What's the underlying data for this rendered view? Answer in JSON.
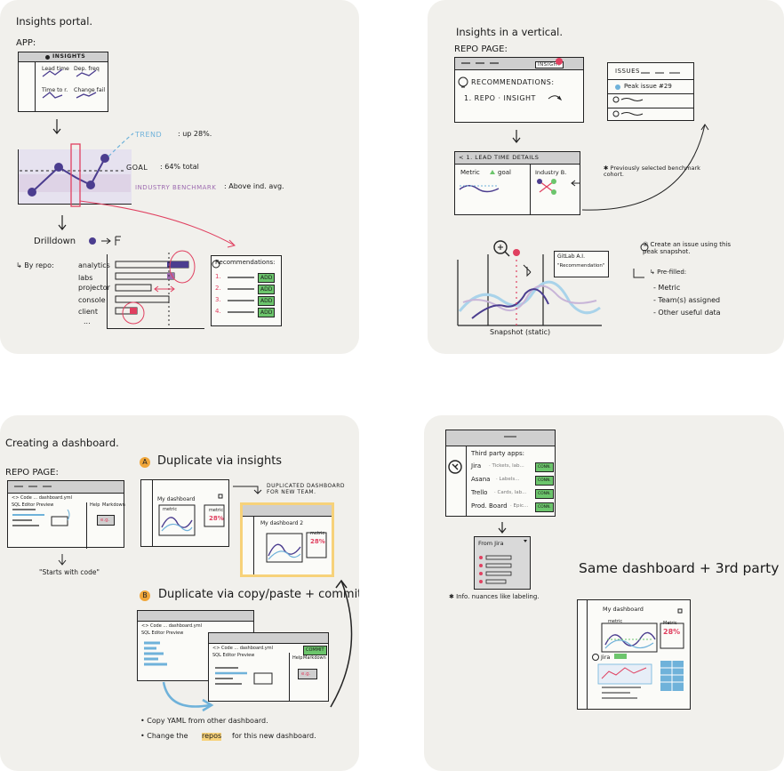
{
  "colors": {
    "panel_bg": "#f1f0ec",
    "accent_purple": "#4b3d8f",
    "accent_pink": "#e04060",
    "accent_blue": "#6fb2da",
    "accent_green": "#6cc56c",
    "accent_orange": "#f0a63a",
    "highlight_yellow": "#f7d27a"
  },
  "panel1": {
    "title": "Insights portal.",
    "app_label": "APP:",
    "insights_title": "INSIGHTS",
    "tiles": [
      "Lead time",
      "Dep. freq",
      "Time to r.",
      "Change fail"
    ],
    "trend": "TREND",
    "trend_value": ": up 28%.",
    "goal": "GOAL",
    "goal_value": ": 64% total",
    "benchmark": "INDUSTRY BENCHMARK",
    "benchmark_value": ": Above ind. avg.",
    "drilldown": "Drilldown",
    "by_repo": "↳ By repo:",
    "repos": [
      "analytics",
      "labs",
      "projector",
      "console",
      "client",
      "..."
    ],
    "recommendations_title": "Recommendations:",
    "rec_numbers": [
      "1.",
      "2.",
      "3.",
      "4."
    ],
    "add_label": "ADD"
  },
  "panel2": {
    "title": "Insights in a vertical.",
    "repo_page": "REPO PAGE:",
    "insight_tag": "INSIGHT",
    "recommendations": "RECOMMENDATIONS:",
    "rec_item": "1. REPO · INSIGHT",
    "issues_title": "ISSUES",
    "peak_issue": "Peak issue #29",
    "details_title": "< 1.  LEAD TIME DETAILS",
    "metric_goal": "Metric",
    "goal_word": "goal",
    "industry_b": "Industry B.",
    "note_benchmark": "✱ Previously selected benchmark cohort.",
    "gitlab_ai": "GitLab A.I.",
    "gitlab_ai_sub": "\"Recommendation\"",
    "create_issue": "② Create an issue using this peak snapshot.",
    "prefilled": "↳ Pre-filled:",
    "prefilled_items": [
      "- Metric",
      "- Team(s) assigned",
      "- Other useful data"
    ],
    "snapshot": "Snapshot (static)"
  },
  "panel3": {
    "title": "Creating a dashboard.",
    "repo_page": "REPO PAGE:",
    "code_path": "<> Code ... dashboard.yml",
    "editor": "SQL Editor Preview",
    "help": "Help",
    "markdown": "Markdown",
    "eg": "e.g.",
    "starts_with_code": "\"Starts with code\"",
    "option_a_letter": "A",
    "option_a": "Duplicate via insights",
    "my_dashboard": "My dashboard",
    "my_dashboard_2": "My dashboard 2",
    "metric": "metric",
    "metric_value": "28%",
    "duplicated_note": "DUPLICATED DASHBOARD FOR NEW TEAM.",
    "option_b_letter": "B",
    "option_b": "Duplicate via copy/paste + commit",
    "commit": "COMMIT",
    "bullet_1": "• Copy YAML from other dashboard.",
    "bullet_2_prefix": "• Change the",
    "bullet_2_highlight": "repos",
    "bullet_2_suffix": "for this new dashboard."
  },
  "panel4": {
    "third_party_title": "Third party apps:",
    "apps": [
      {
        "name": "Jira",
        "desc": "· Tickets, lab..."
      },
      {
        "name": "Asana",
        "desc": "· Labels..."
      },
      {
        "name": "Trello",
        "desc": "· Cards, lab..."
      },
      {
        "name": "Prod. Board",
        "desc": "· Epic..."
      }
    ],
    "conn_label": "CONN.",
    "from_jira": "From Jira",
    "note": "✱ Info. nuances like labeling.",
    "headline": "Same dashboard + 3rd party",
    "my_dashboard": "My dashboard",
    "metric": "metric",
    "metric_label": "Metric",
    "metric_value": "28%",
    "jira": "Jira"
  }
}
